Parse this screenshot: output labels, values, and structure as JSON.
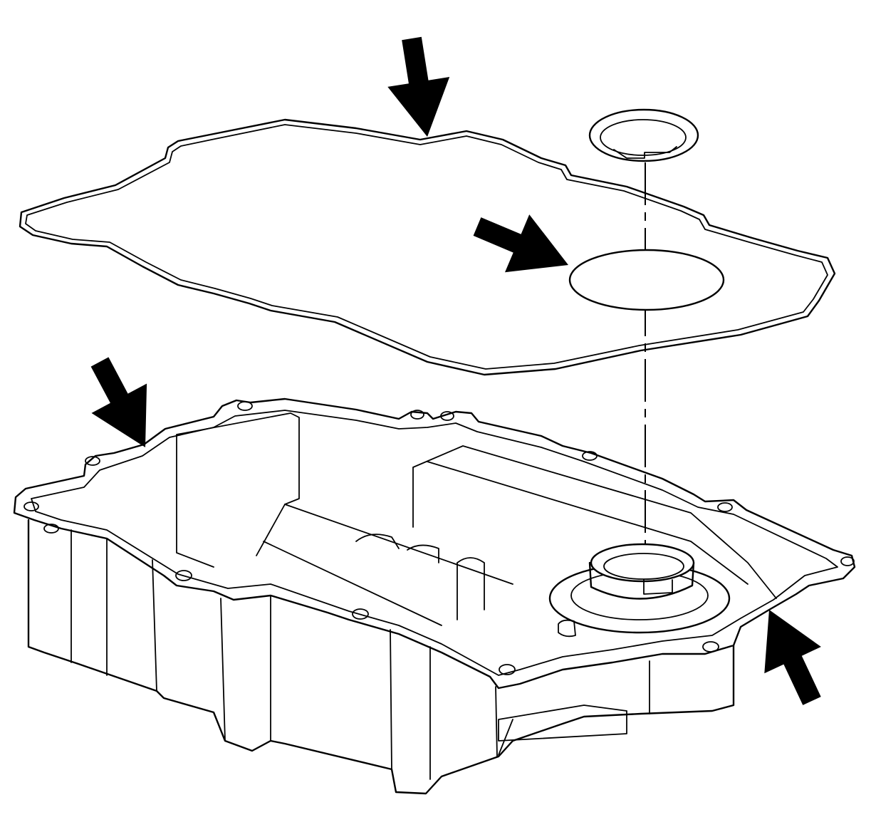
{
  "figure": {
    "colors": {
      "line": "#000000",
      "background": "#ffffff"
    },
    "parts": [
      {
        "name": "gasket",
        "icon": "gasket-outline"
      },
      {
        "name": "seal-ring",
        "icon": "ring-seal"
      },
      {
        "name": "oil-pan",
        "icon": "oil-pan-body"
      }
    ],
    "callout_arrows": [
      {
        "name": "arrow-top",
        "icon": "arrow-down"
      },
      {
        "name": "arrow-center",
        "icon": "arrow-down-right"
      },
      {
        "name": "arrow-left",
        "icon": "arrow-down-right"
      },
      {
        "name": "arrow-right",
        "icon": "arrow-up-left"
      }
    ]
  }
}
